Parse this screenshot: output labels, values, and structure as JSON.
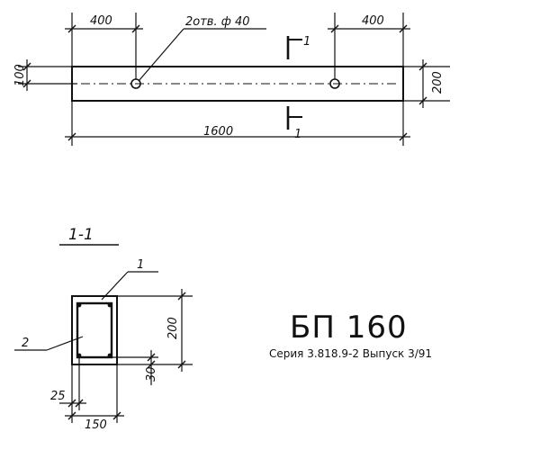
{
  "top_view": {
    "dim_left": "400",
    "dim_right": "400",
    "holes_note": "2отв. ф 40",
    "dim_height_left": "100",
    "dim_height_right": "200",
    "dim_length": "1600",
    "section_mark": "1"
  },
  "section": {
    "title": "1-1",
    "callout_1": "1",
    "callout_2": "2",
    "dim_height": "200",
    "dim_bottom": "30",
    "dim_cover": "25",
    "dim_width": "150"
  },
  "label": {
    "title": "БП 160",
    "series": "Серия 3.818.9-2 Выпуск 3/91"
  }
}
